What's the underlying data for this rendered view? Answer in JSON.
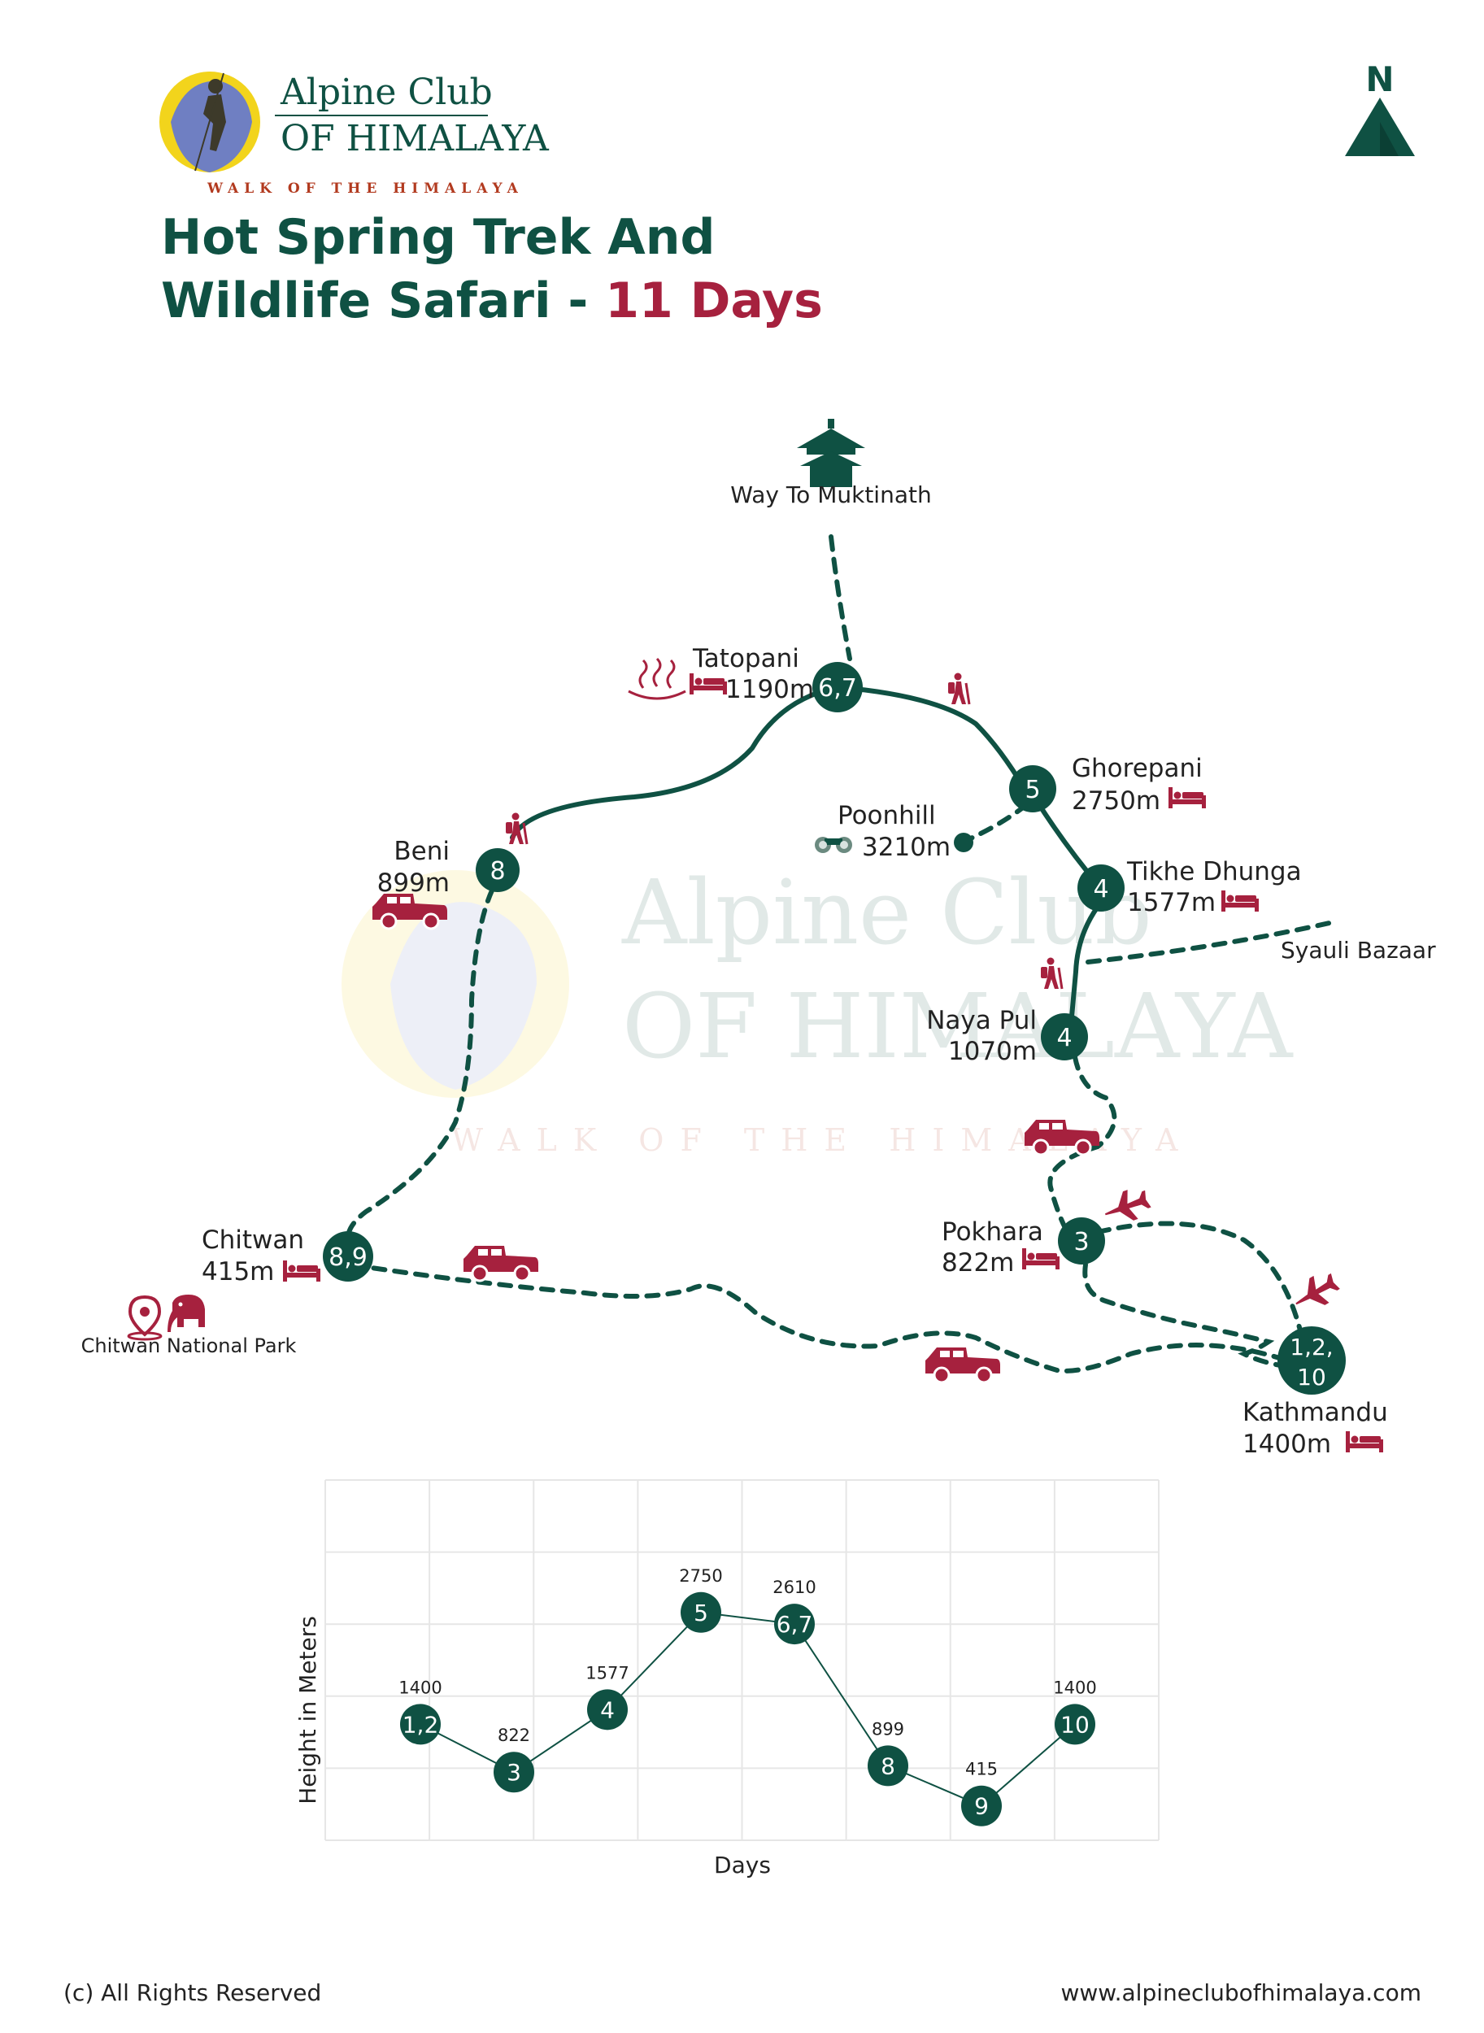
{
  "brand": {
    "name_line1": "Alpine Club",
    "name_line2": "OF HIMALAYA",
    "tagline": "WALK OF THE HIMALAYA",
    "colors": {
      "green": "#0f5143",
      "red": "#a6213e",
      "yellow": "#f2d41c",
      "blue": "#6f7fc2",
      "tagline": "#b23a1f"
    }
  },
  "title": {
    "line1": "Hot Spring Trek And",
    "line2_prefix": "Wildlife Safari - ",
    "line2_highlight": "11 Days"
  },
  "compass": {
    "label": "N"
  },
  "map": {
    "landmark": "Way To Muktinath",
    "stops": [
      {
        "name": "Tatopani",
        "altitude": "1190m",
        "days": "6,7",
        "icons": [
          "hot-spring-icon",
          "bed-icon"
        ]
      },
      {
        "name": "Ghorepani",
        "altitude": "2750m",
        "days": "5",
        "icons": [
          "bed-icon"
        ]
      },
      {
        "name": "Poonhill",
        "altitude": "3210m",
        "days": "",
        "icons": [
          "binoculars-icon"
        ]
      },
      {
        "name": "Tikhe Dhunga",
        "altitude": "1577m",
        "days": "4",
        "icons": [
          "bed-icon"
        ]
      },
      {
        "name": "Syauli Bazaar",
        "altitude": "",
        "days": "",
        "icons": []
      },
      {
        "name": "Naya Pul",
        "altitude": "1070m",
        "days": "4",
        "icons": []
      },
      {
        "name": "Pokhara",
        "altitude": "822m",
        "days": "3",
        "icons": [
          "bed-icon"
        ]
      },
      {
        "name": "Kathmandu",
        "altitude": "1400m",
        "days": "1,2, 10",
        "icons": [
          "bed-icon"
        ]
      },
      {
        "name": "Beni",
        "altitude": "899m",
        "days": "8",
        "icons": [
          "jeep-icon"
        ]
      },
      {
        "name": "Chitwan",
        "altitude": "415m",
        "days": "8,9",
        "icons": [
          "bed-icon"
        ]
      }
    ],
    "kathmandu_badge_line1": "1,2,",
    "kathmandu_badge_line2": "10",
    "chitwan_park": "Chitwan National Park",
    "watermark": {
      "line1": "Alpine Club",
      "line2": "OF HIMALAYA",
      "line3": "WALK OF THE HIMALAYA"
    }
  },
  "chart_data": {
    "type": "line",
    "xlabel": "Days",
    "ylabel": "Height in Meters",
    "categories": [
      "1,2",
      "3",
      "4",
      "5",
      "6,7",
      "8",
      "9",
      "10"
    ],
    "values": [
      1400,
      822,
      1577,
      2750,
      2610,
      899,
      415,
      1400
    ],
    "value_labels": [
      "1400",
      "822",
      "1577",
      "2750",
      "2610",
      "899",
      "415",
      "1400"
    ],
    "ylim": [
      0,
      4000
    ],
    "grid": true
  },
  "footer": {
    "left": "(c) All Rights Reserved",
    "right": "www.alpineclubofhimalaya.com"
  }
}
